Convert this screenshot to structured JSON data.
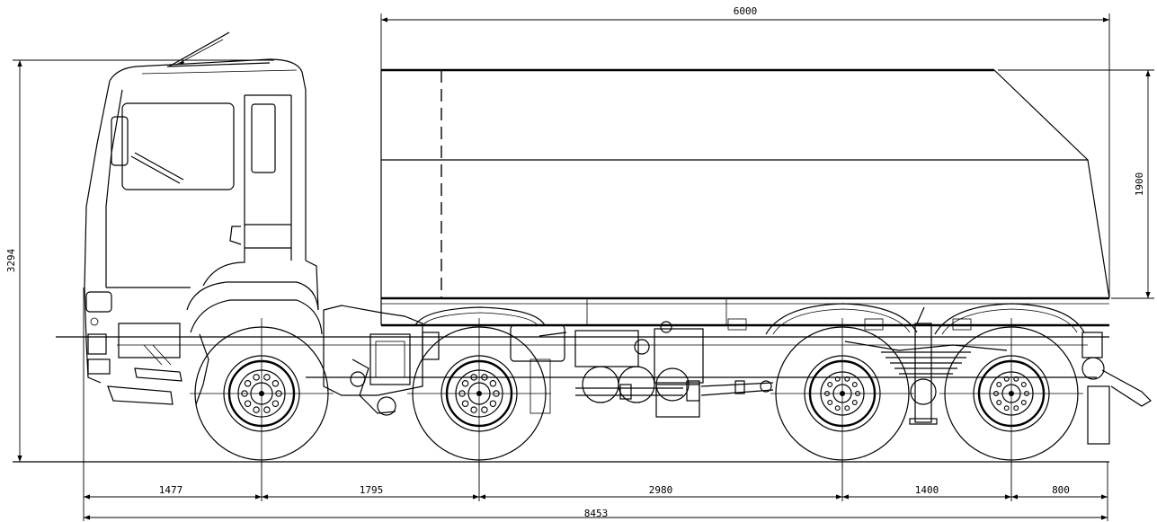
{
  "dimensions": {
    "body_length": "6000",
    "body_height": "1900",
    "overall_height": "3294",
    "front_overhang": "1477",
    "wheelbase_1_2": "1795",
    "wheelbase_2_3": "2980",
    "wheelbase_3_4": "1400",
    "rear_overhang": "800",
    "overall_length": "8453"
  }
}
